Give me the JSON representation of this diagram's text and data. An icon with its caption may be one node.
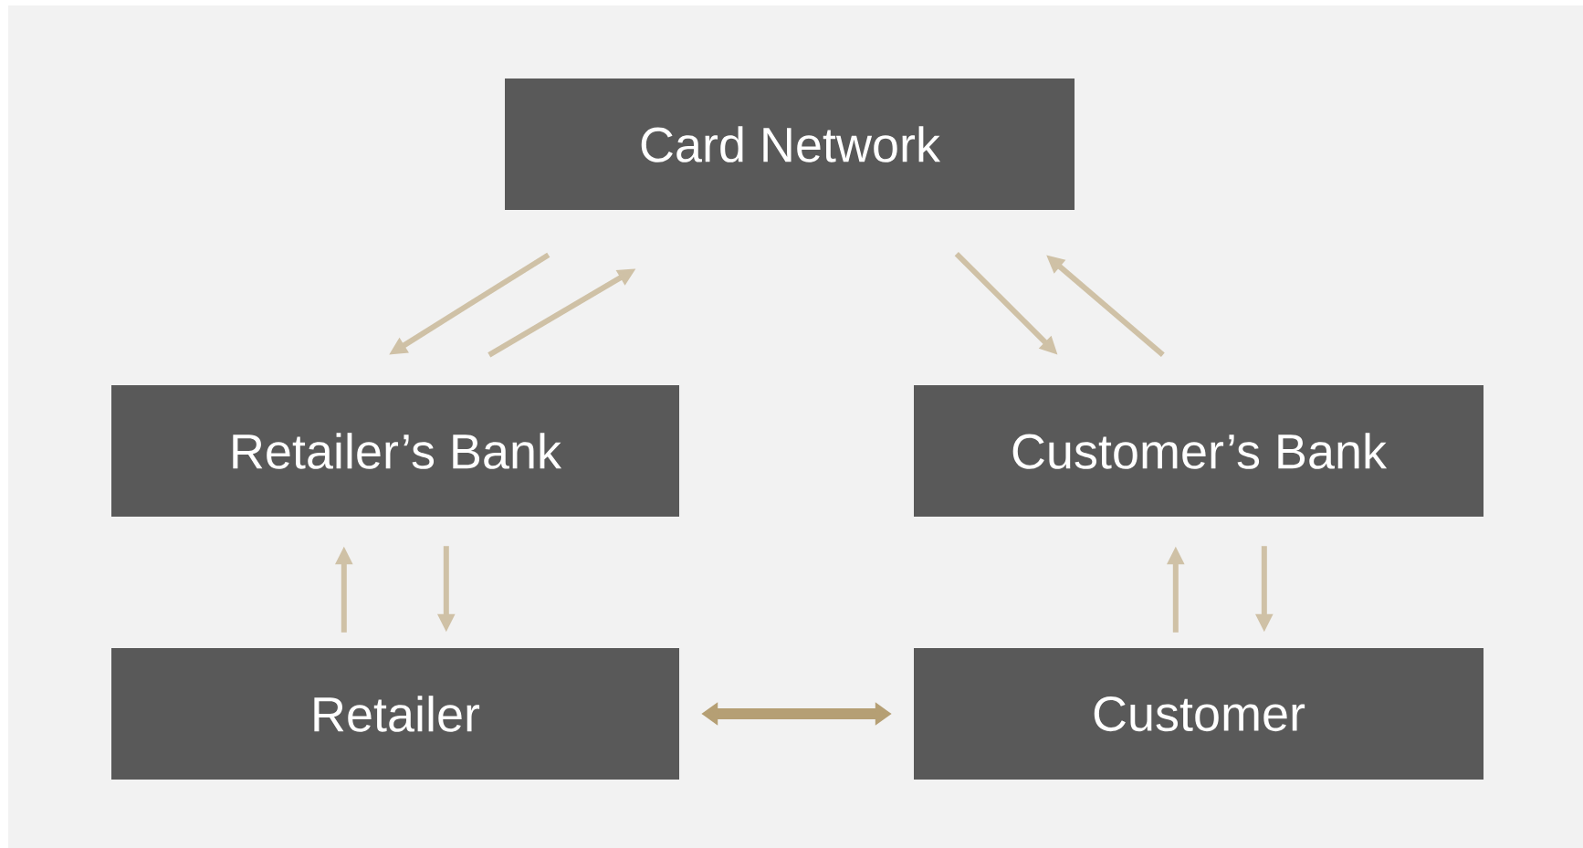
{
  "diagram": {
    "nodes": [
      {
        "text": [
          "Card Network"
        ]
      },
      {
        "text": [
          "Retailer’s Bank"
        ]
      },
      {
        "text": [
          "Customer’s Bank"
        ]
      },
      {
        "text": [
          "Retailer"
        ]
      },
      {
        "text": [
          "Customer"
        ]
      }
    ],
    "edges": [
      {
        "from": 0,
        "to": 1,
        "arrow": "to"
      },
      {
        "from": 1,
        "to": 0,
        "arrow": "to"
      },
      {
        "from": 0,
        "to": 2,
        "arrow": "to"
      },
      {
        "from": 2,
        "to": 0,
        "arrow": "to"
      },
      {
        "from": 1,
        "to": 3,
        "arrow": "to"
      },
      {
        "from": 3,
        "to": 1,
        "arrow": "to"
      },
      {
        "from": 2,
        "to": 4,
        "arrow": "to"
      },
      {
        "from": 4,
        "to": 2,
        "arrow": "to"
      },
      {
        "from": 3,
        "to": 4,
        "arrow": "both",
        "style": "thick",
        "color": "#b59f74"
      }
    ]
  }
}
